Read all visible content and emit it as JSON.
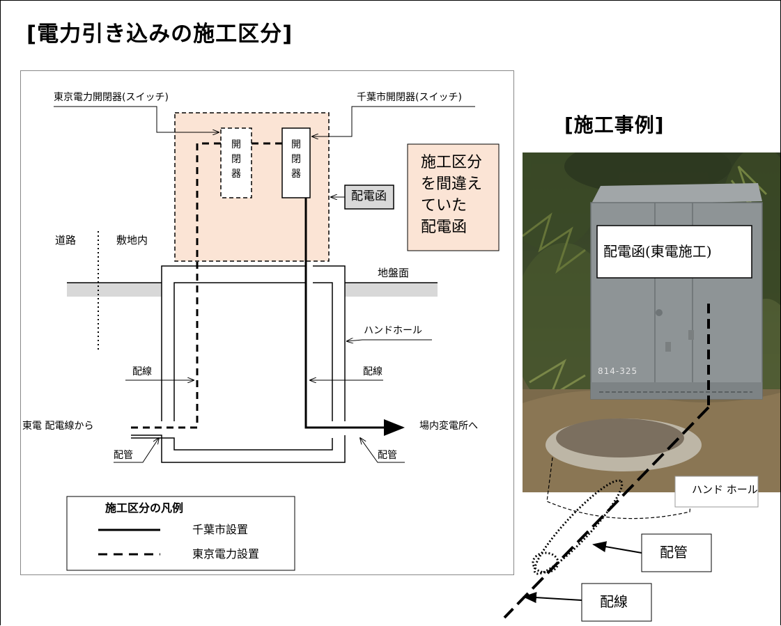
{
  "title": "[電力引き込みの施工区分]",
  "example_title": "[施工事例]",
  "diagram": {
    "tepco_switch_label": "東京電力開閉器(スイッチ)",
    "chiba_switch_label": "千葉市開閉器(スイッチ)",
    "switch_text": "開閉器",
    "box_label": "配電函",
    "note_lines": [
      "施工区分",
      "を間違え",
      "ていた",
      "配電函"
    ],
    "road_label": "道路",
    "site_label": "敷地内",
    "ground_label": "地盤面",
    "handhole_label": "ハンドホール",
    "wiring_left_label": "配線",
    "wiring_right_label": "配線",
    "from_tepco_label": "東電 配電線から",
    "to_substation_label": "場内変電所へ",
    "pipe_left_label": "配管",
    "pipe_right_label": "配管"
  },
  "legend": {
    "title": "施工区分の凡例",
    "items": [
      {
        "label": "千葉市設置",
        "style": "solid"
      },
      {
        "label": "東京電力設置",
        "style": "dashed"
      }
    ]
  },
  "photo": {
    "box_caption": "配電函(東電施工)",
    "plate_text": "814-325",
    "handhole_label": "ハンド ホール",
    "pipe_label": "配管",
    "wiring_label": "配線"
  },
  "colors": {
    "tepco_area": "#fbe4d5",
    "box_fill": "#d9d9d9",
    "ground": "#d8d8d8",
    "cabinet": "#8e9496"
  }
}
